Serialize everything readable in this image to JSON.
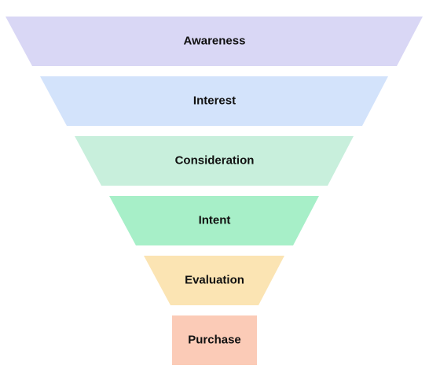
{
  "funnel": {
    "stages": [
      {
        "label": "Awareness",
        "color": "#d9d7f5"
      },
      {
        "label": "Interest",
        "color": "#d3e3fb"
      },
      {
        "label": "Consideration",
        "color": "#c8efdc"
      },
      {
        "label": "Intent",
        "color": "#a7efc8"
      },
      {
        "label": "Evaluation",
        "color": "#fbe4b3"
      },
      {
        "label": "Purchase",
        "color": "#fbcbb7"
      }
    ]
  }
}
